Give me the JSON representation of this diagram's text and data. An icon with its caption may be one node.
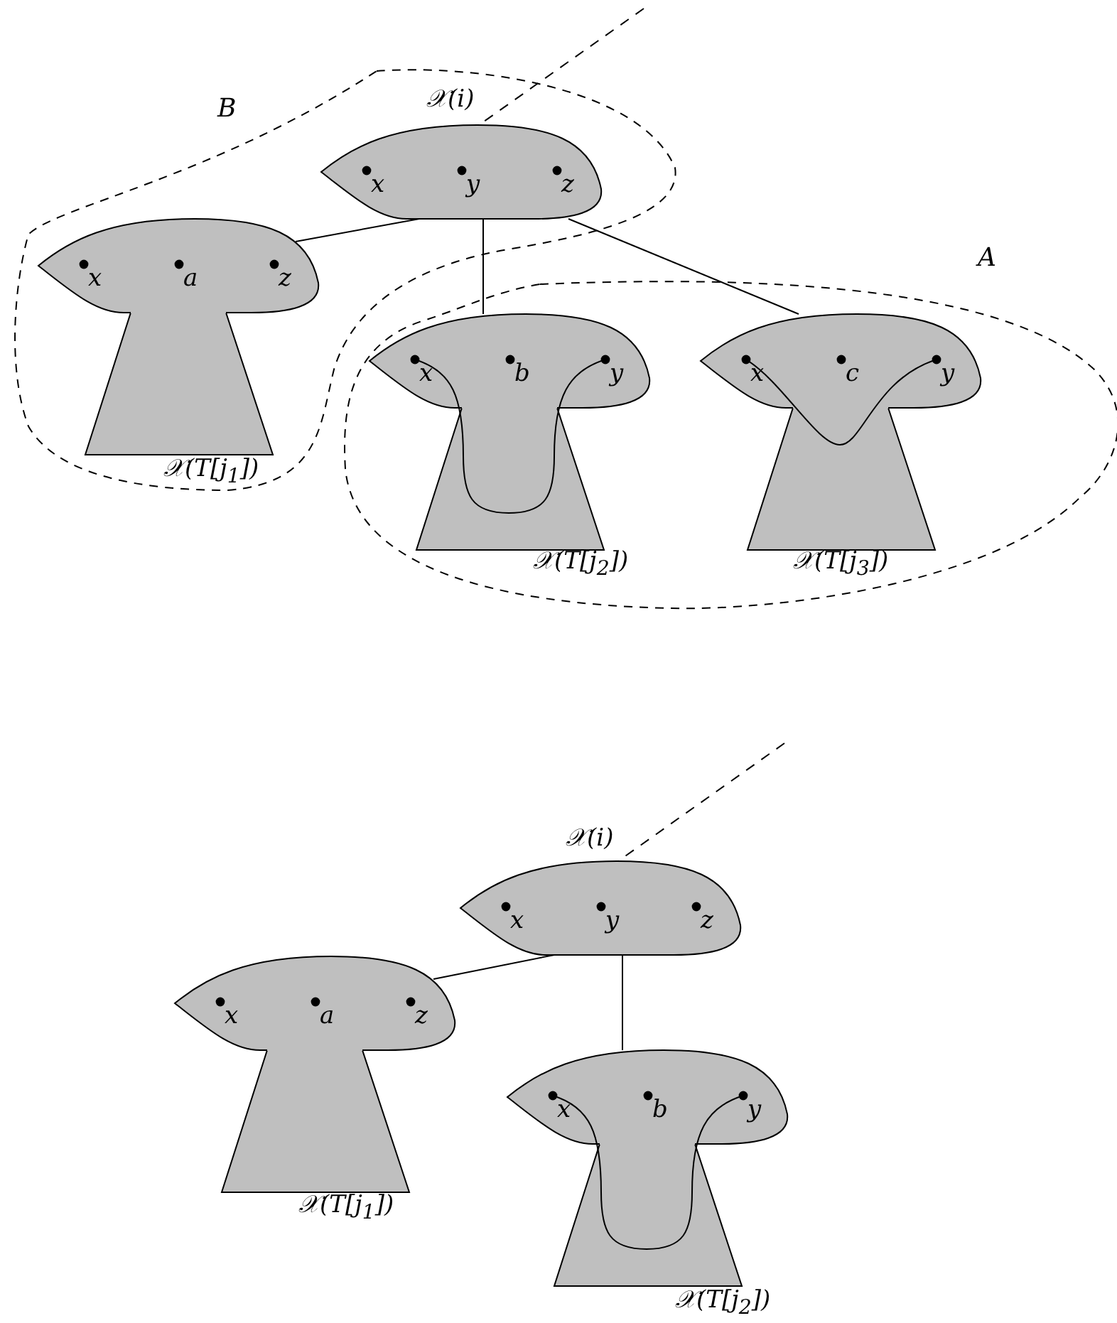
{
  "diagram": {
    "nodes": [
      {
        "text": [
          "B"
        ]
      },
      {
        "text": [
          "x",
          "y",
          "z"
        ],
        "beside": [
          "𝒳(i)"
        ],
        "in": 0
      },
      {
        "text": [
          "x",
          "a",
          "z"
        ],
        "beside": [
          "𝒳(T[j$_{1}$])"
        ],
        "in": 0
      },
      {
        "text": [
          "A"
        ]
      },
      {
        "text": [
          "x",
          "b",
          "y"
        ],
        "beside": [
          "𝒳(T[j$_{2}$])"
        ],
        "in": 3
      },
      {
        "text": [
          "x",
          "c",
          "y"
        ],
        "beside": [
          "𝒳(T[j$_{3}$])"
        ],
        "in": 3
      },
      {
        "text": [
          "x",
          "y",
          "z"
        ],
        "beside": [
          "𝒳(i)"
        ]
      },
      {
        "text": [
          "x",
          "a",
          "z"
        ],
        "beside": [
          "𝒳(T[j$_{1}$])"
        ]
      },
      {
        "text": [
          "x",
          "b",
          "y"
        ],
        "beside": [
          "𝒳(T[j$_{2}$])"
        ]
      }
    ],
    "edges": [
      {
        "from": 1,
        "to": 2,
        "arrow": "none"
      },
      {
        "from": 1,
        "to": 4,
        "arrow": "none"
      },
      {
        "from": 1,
        "to": 5,
        "arrow": "none"
      },
      {
        "from": null,
        "to": 1,
        "arrow": "none",
        "style": "dashed"
      },
      {
        "from": 6,
        "to": 7,
        "arrow": "none"
      },
      {
        "from": 6,
        "to": 8,
        "arrow": "none"
      },
      {
        "from": null,
        "to": 6,
        "arrow": "none",
        "style": "dashed"
      }
    ]
  }
}
